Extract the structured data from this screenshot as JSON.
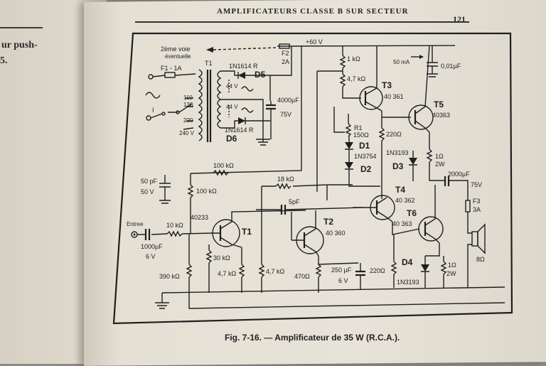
{
  "left_page": {
    "line1": "ur push-",
    "line2": "5."
  },
  "header": {
    "title": "AMPLIFICATEURS CLASSE B SUR SECTEUR",
    "page_number": "121"
  },
  "caption": {
    "figure": "Fig. 7-16.",
    "text": "— Amplificateur de 35 W (R.C.A.)."
  },
  "schematic": {
    "supply_voltage": "+60 V",
    "second_channel": "2ème voie",
    "second_channel_note": "éventuelle",
    "fuse_f2": "F2",
    "fuse_f2_rating": "2A",
    "fuse_f1": "F1 - 1A",
    "transformer": "T1",
    "tap_110": "110",
    "tap_130": "130",
    "tap_220": "220",
    "tap_240": "240 V",
    "switch": "I",
    "d5_part": "1N1614 R",
    "d5": "D5",
    "d6_part": "1N1614 R",
    "d6": "D6",
    "sec_44v_a": "44 V",
    "sec_44v_b": "44 V",
    "filter_cap": "4000µF",
    "filter_cap_v": "75V",
    "r_1k": "1 kΩ",
    "r_4k7_top": "4,7 kΩ",
    "t3": "T3",
    "t3_part": "40 361",
    "current": "50 mA",
    "cap_01": "0,01µF",
    "t5": "T5",
    "t5_part": "40363",
    "r1": "R1",
    "r1_value": "150Ω",
    "r_220_top": "220Ω",
    "d1": "D1",
    "d1_part": "1N3754",
    "d2": "D2",
    "d3_part": "1N3193",
    "d3": "D3",
    "r_1ohm_top": "1Ω",
    "r_1ohm_top_w": "2W",
    "out_cap": "2000µF",
    "out_cap_v": "75V",
    "fuse_f3": "F3",
    "fuse_f3_rating": "3A",
    "speaker": "8Ω",
    "cap_50": "50 pF",
    "cap_50_v": "50 V",
    "r_100k_a": "100 kΩ",
    "r_100k_b": "100 kΩ",
    "r_18k": "18 kΩ",
    "cap_5p": "5pF",
    "t4": "T4",
    "t4_part": "40 362",
    "t6": "T6",
    "t6_part": "40 363",
    "t1_part": "40233",
    "t1": "T1",
    "t2": "T2",
    "t2_part": "40 360",
    "input": "Entree",
    "cap_in": "1000µF",
    "cap_in_v": "6 V",
    "r_10k": "10 kΩ",
    "r_390k": "390 kΩ",
    "r_30k": "30 kΩ",
    "r_4k7_a": "4,7 kΩ",
    "r_4k7_b": "4,7 kΩ",
    "r_470": "470Ω",
    "cap_250": "250 µF",
    "cap_250_v": "6 V",
    "r_220_bot": "220Ω",
    "d4": "D4",
    "d4_part": "1N3193",
    "r_1ohm_bot": "1Ω",
    "r_1ohm_bot_w": "2W"
  }
}
